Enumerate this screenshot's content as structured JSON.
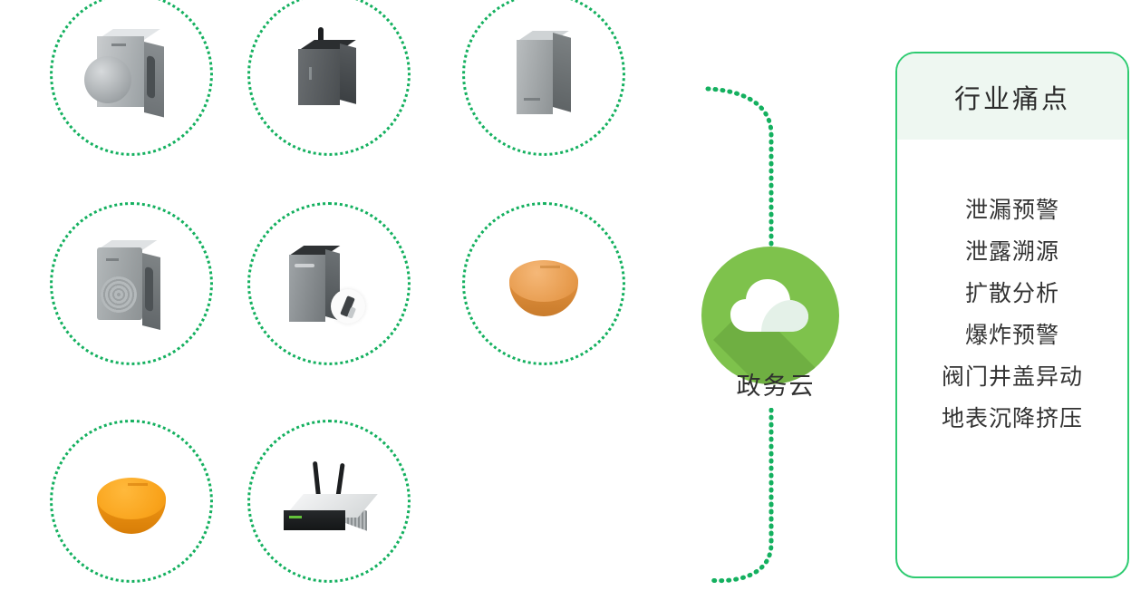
{
  "hub": {
    "label": "政务云",
    "icon": "cloud-icon",
    "circle_color": "#7ec24c",
    "shadow_color": "#5f9a35"
  },
  "connector": {
    "color": "#14b05f",
    "style": "dotted"
  },
  "devices": [
    {
      "id": "device-1",
      "icon": "wall-mounted-rotary-valve-icon",
      "row": 1,
      "col": 1
    },
    {
      "id": "device-2",
      "icon": "dark-gateway-box-icon",
      "row": 1,
      "col": 2
    },
    {
      "id": "device-3",
      "icon": "tall-gray-cabinet-icon",
      "row": 1,
      "col": 3
    },
    {
      "id": "device-4",
      "icon": "gray-acoustic-sensor-icon",
      "row": 2,
      "col": 1
    },
    {
      "id": "device-5",
      "icon": "tall-unit-with-probe-icon",
      "row": 2,
      "col": 2
    },
    {
      "id": "device-6",
      "icon": "orange-dome-sensor-light-icon",
      "row": 2,
      "col": 3
    },
    {
      "id": "device-7",
      "icon": "orange-dome-sensor-icon",
      "row": 3,
      "col": 1
    },
    {
      "id": "device-8",
      "icon": "wireless-router-icon",
      "row": 3,
      "col": 2
    }
  ],
  "pain_panel": {
    "title": "行业痛点",
    "header_bg": "#eef7f1",
    "border_color": "#2ecb71",
    "items": [
      "泄漏预警",
      "泄露溯源",
      "扩散分析",
      "爆炸预警",
      "阀门井盖异动",
      "地表沉降挤压"
    ]
  }
}
